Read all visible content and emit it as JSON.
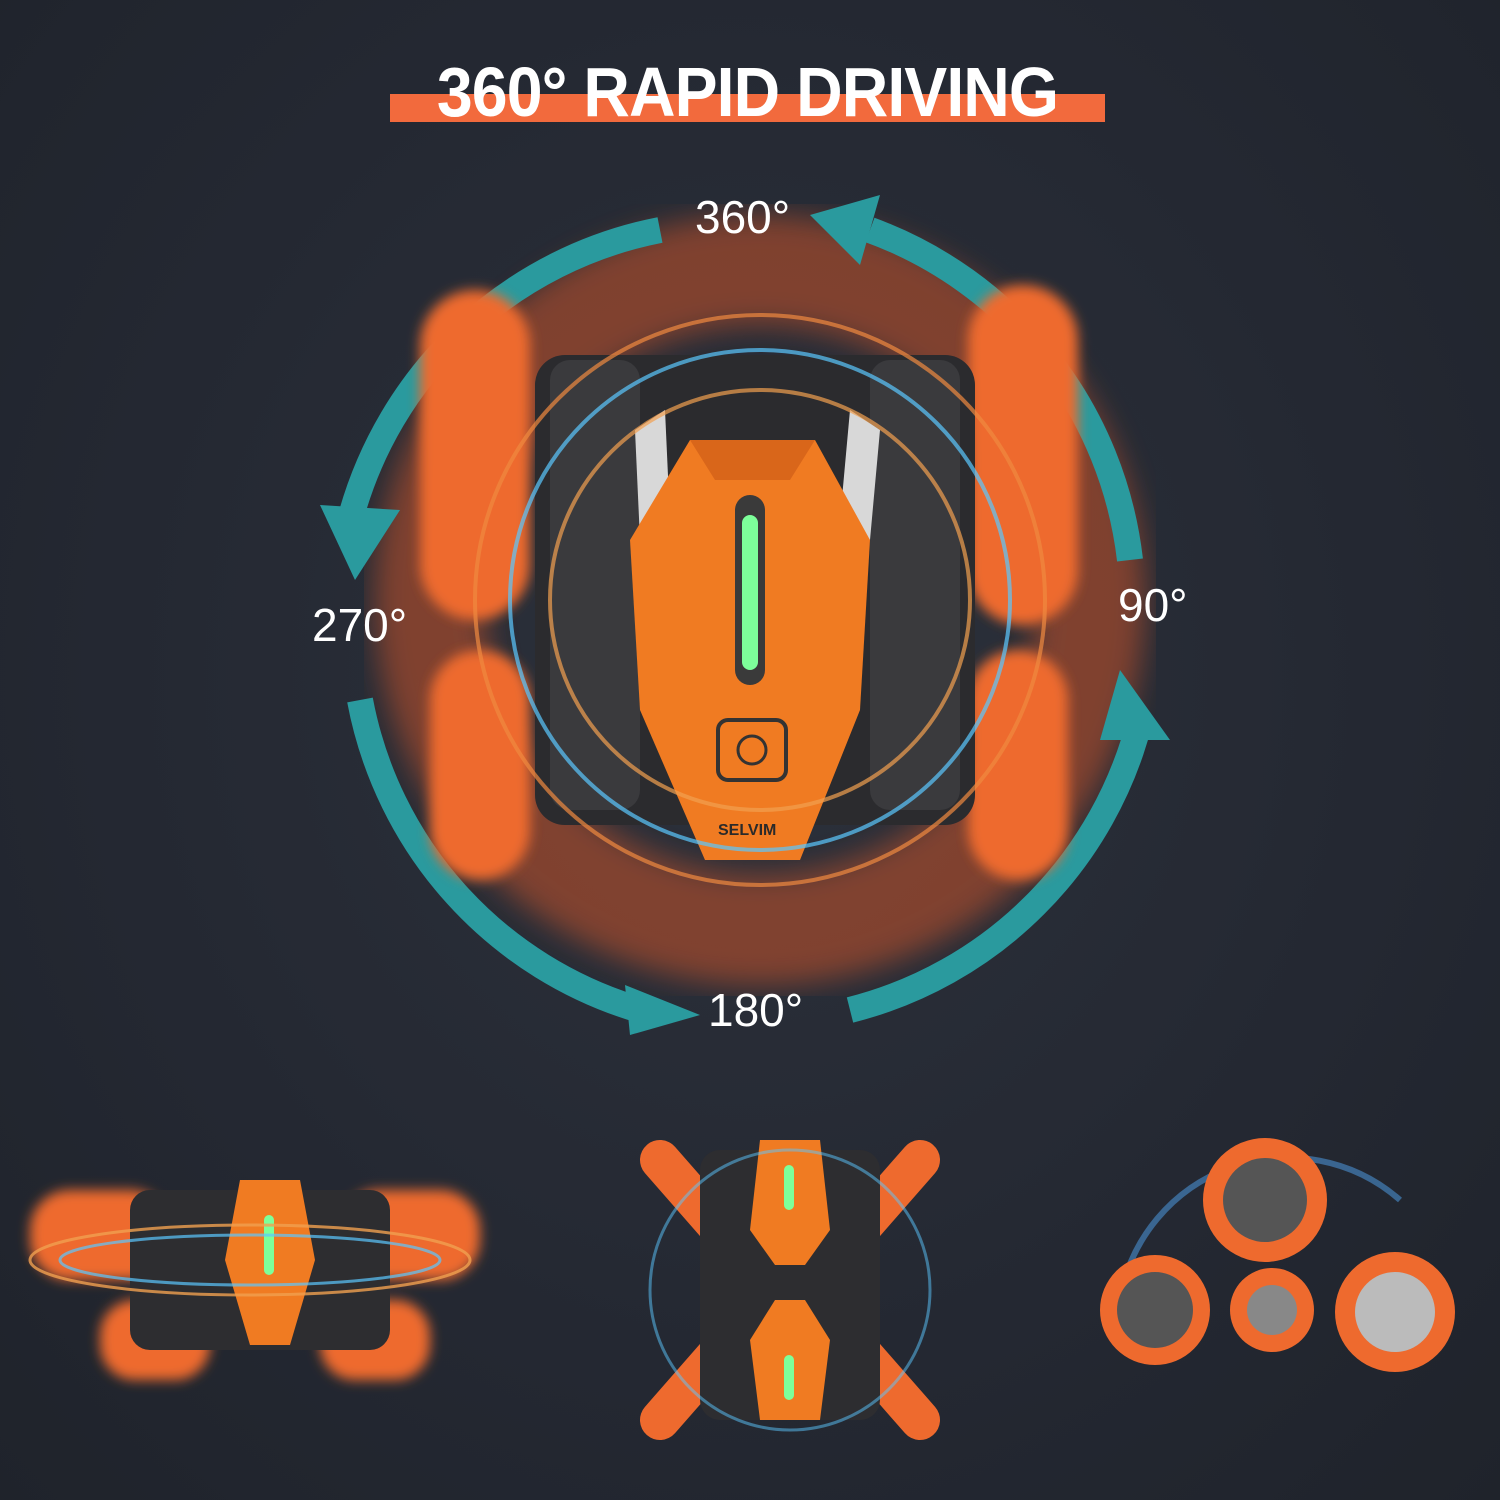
{
  "title": "360° RAPID DRIVING",
  "angles": {
    "top": "360°",
    "right": "90°",
    "bottom": "180°",
    "left": "270°"
  },
  "brand": "SELVIM",
  "colors": {
    "background": "#262a33",
    "accent": "#f26a3d",
    "arrow": "#2a9a9e",
    "light": "#7dff9a"
  }
}
